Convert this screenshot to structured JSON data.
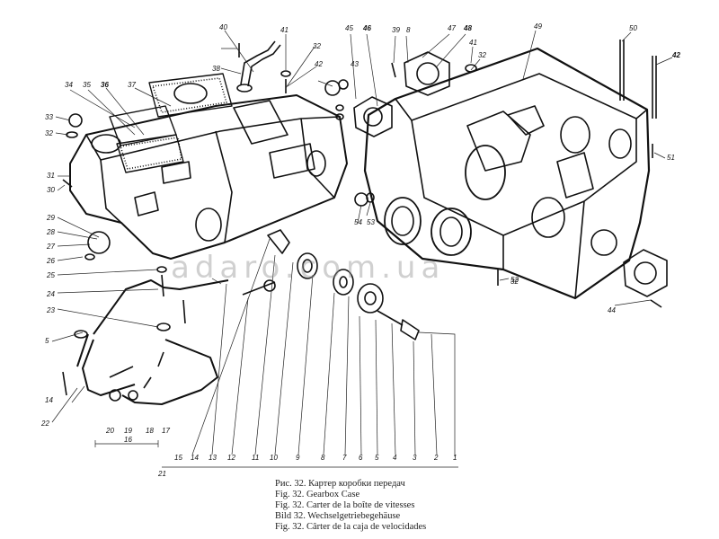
{
  "figure": {
    "watermark": "adaro.com.ua",
    "caption_lines": [
      "Рис. 32. Картер коробки передач",
      "Fig. 32. Gearbox Case",
      "Fig. 32. Carter de la boîte de vitesses",
      "Bild 32. Wechselgetriebegehäuse",
      "Fig. 32. Cârter de la caja de velocidades"
    ],
    "callouts": [
      {
        "id": "c1",
        "label": "1"
      },
      {
        "id": "c2",
        "label": "2"
      },
      {
        "id": "c3",
        "label": "3"
      },
      {
        "id": "c4",
        "label": "4"
      },
      {
        "id": "c5",
        "label": "5"
      },
      {
        "id": "c6",
        "label": "6"
      },
      {
        "id": "c7",
        "label": "7"
      },
      {
        "id": "c8",
        "label": "8"
      },
      {
        "id": "c9",
        "label": "9"
      },
      {
        "id": "c10",
        "label": "10"
      },
      {
        "id": "c11",
        "label": "11"
      },
      {
        "id": "c12",
        "label": "12"
      },
      {
        "id": "c13",
        "label": "13"
      },
      {
        "id": "c14",
        "label": "14"
      },
      {
        "id": "c15",
        "label": "15"
      },
      {
        "id": "c16",
        "label": "16"
      },
      {
        "id": "c17",
        "label": "17"
      },
      {
        "id": "c18",
        "label": "18"
      },
      {
        "id": "c19",
        "label": "19"
      },
      {
        "id": "c20",
        "label": "20"
      },
      {
        "id": "c21",
        "label": "21"
      },
      {
        "id": "c22",
        "label": "22"
      },
      {
        "id": "c23",
        "label": "23"
      },
      {
        "id": "c24",
        "label": "24"
      },
      {
        "id": "c25",
        "label": "25"
      },
      {
        "id": "c26",
        "label": "26"
      },
      {
        "id": "c27",
        "label": "27"
      },
      {
        "id": "c28",
        "label": "28"
      },
      {
        "id": "c29",
        "label": "29"
      },
      {
        "id": "c30",
        "label": "30"
      },
      {
        "id": "c31",
        "label": "31"
      },
      {
        "id": "c32a",
        "label": "32"
      },
      {
        "id": "c32b",
        "label": "32"
      },
      {
        "id": "c32c",
        "label": "32"
      },
      {
        "id": "c32d",
        "label": "32"
      },
      {
        "id": "c33",
        "label": "33"
      },
      {
        "id": "c34",
        "label": "34"
      },
      {
        "id": "c35",
        "label": "35"
      },
      {
        "id": "c36",
        "label": "36"
      },
      {
        "id": "c37",
        "label": "37"
      },
      {
        "id": "c38",
        "label": "38"
      },
      {
        "id": "c39",
        "label": "39"
      },
      {
        "id": "c40",
        "label": "40"
      },
      {
        "id": "c41a",
        "label": "41"
      },
      {
        "id": "c41b",
        "label": "41"
      },
      {
        "id": "c42a",
        "label": "42"
      },
      {
        "id": "c42b",
        "label": "42"
      },
      {
        "id": "c43",
        "label": "43"
      },
      {
        "id": "c44",
        "label": "44"
      },
      {
        "id": "c45",
        "label": "45"
      },
      {
        "id": "c46",
        "label": "46"
      },
      {
        "id": "c47",
        "label": "47"
      },
      {
        "id": "c48",
        "label": "48"
      },
      {
        "id": "c49",
        "label": "49"
      },
      {
        "id": "c50",
        "label": "50"
      },
      {
        "id": "c51",
        "label": "51"
      },
      {
        "id": "c52",
        "label": "52"
      },
      {
        "id": "c53",
        "label": "53"
      },
      {
        "id": "c54",
        "label": "54"
      },
      {
        "id": "c5b",
        "label": "5"
      },
      {
        "id": "c8b",
        "label": "8"
      },
      {
        "id": "c14b",
        "label": "14"
      }
    ]
  }
}
